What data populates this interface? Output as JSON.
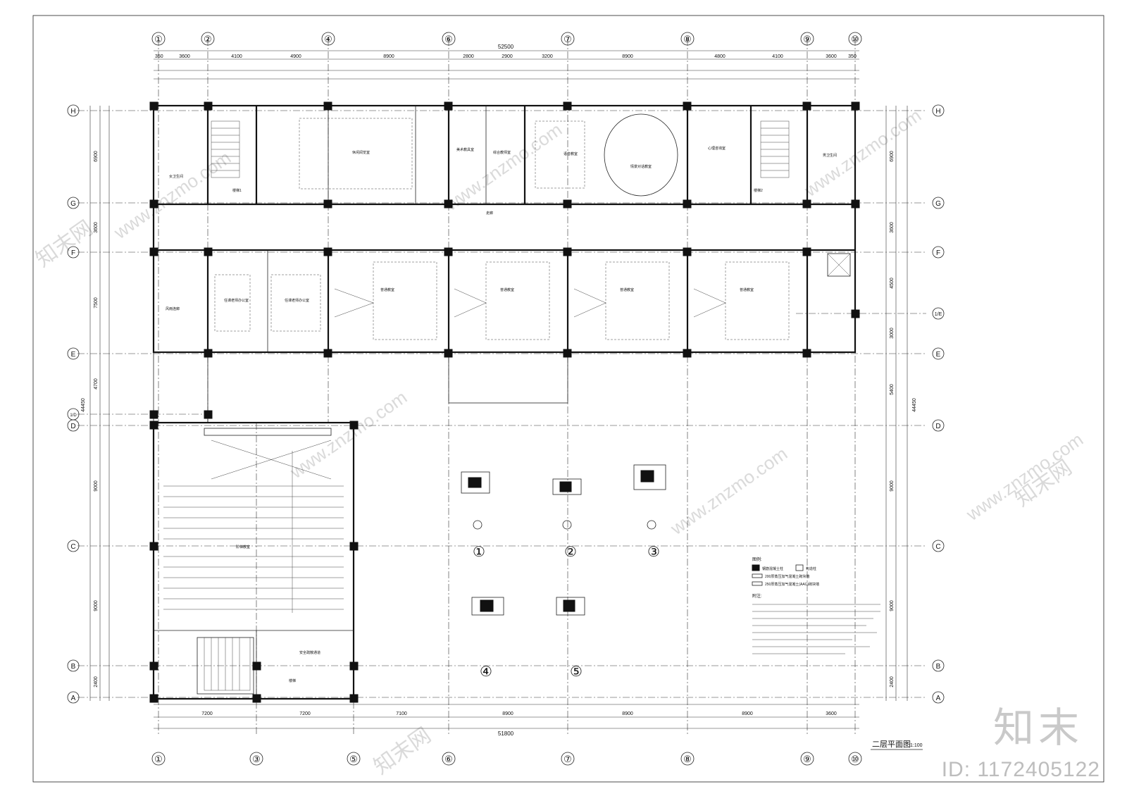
{
  "drawing": {
    "title": "二层平面图",
    "scale": "1:100",
    "overall_width_top": "52500",
    "overall_width_bottom": "51800",
    "overall_height": "44450"
  },
  "grid": {
    "columns": [
      "①",
      "②",
      "④",
      "⑥",
      "⑦",
      "⑧",
      "⑨",
      "⑩"
    ],
    "bottom_columns": [
      "①",
      "③",
      "⑤",
      "⑥",
      "⑦",
      "⑧",
      "⑨",
      "⑩"
    ],
    "rows": [
      "H",
      "G",
      "F",
      "1/E",
      "E",
      "1/D",
      "D",
      "C",
      "B",
      "A"
    ]
  },
  "dimensions": {
    "top_row1": [
      "350",
      "3600",
      "4100",
      "4900",
      "8900",
      "2800",
      "2900",
      "3200",
      "8900",
      "4800",
      "4100",
      "3600",
      "350"
    ],
    "bottom_row": [
      "7200",
      "7200",
      "7100",
      "8900",
      "8900",
      "8900",
      "3600"
    ],
    "left": [
      "6900",
      "3600",
      "7500",
      "4700",
      "9000",
      "9000",
      "2400"
    ],
    "right": [
      "6900",
      "3600",
      "4500",
      "3000",
      "5400",
      "9000",
      "9000",
      "2400"
    ]
  },
  "rooms": [
    {
      "label": "女卫生间"
    },
    {
      "label": "楼梯1"
    },
    {
      "label": "休闲阅览室"
    },
    {
      "label": "美术教具室"
    },
    {
      "label": "综合教师室"
    },
    {
      "label": "语音教室"
    },
    {
      "label": "情景对话教室"
    },
    {
      "label": "心理咨询室"
    },
    {
      "label": "楼梯2"
    },
    {
      "label": "男卫生间"
    },
    {
      "label": "任课老师办公室"
    },
    {
      "label": "任课老师办公室"
    },
    {
      "label": "风雨连廊"
    },
    {
      "label": "普通教室"
    },
    {
      "label": "普通教室"
    },
    {
      "label": "普通教室"
    },
    {
      "label": "普通教室"
    },
    {
      "label": "阶梯教室"
    },
    {
      "label": "安全疏散通道"
    },
    {
      "label": "楼梯"
    },
    {
      "label": "走廊"
    }
  ],
  "notes": {
    "legend_title": "图例:",
    "legend_items": [
      "钢筋混凝土柱",
      "构造柱",
      "200厚蒸压加气混凝土砌块墙",
      "250厚蒸压加气混凝土(AAC)砌块墙"
    ],
    "notes_title": "附注:",
    "detail_labels": [
      "①",
      "②",
      "③",
      "④",
      "⑤"
    ]
  },
  "watermarks": {
    "site": "www.znzmo.com",
    "brand": "知末网"
  },
  "badge": {
    "logo": "知末",
    "id": "ID: 1172405122"
  }
}
